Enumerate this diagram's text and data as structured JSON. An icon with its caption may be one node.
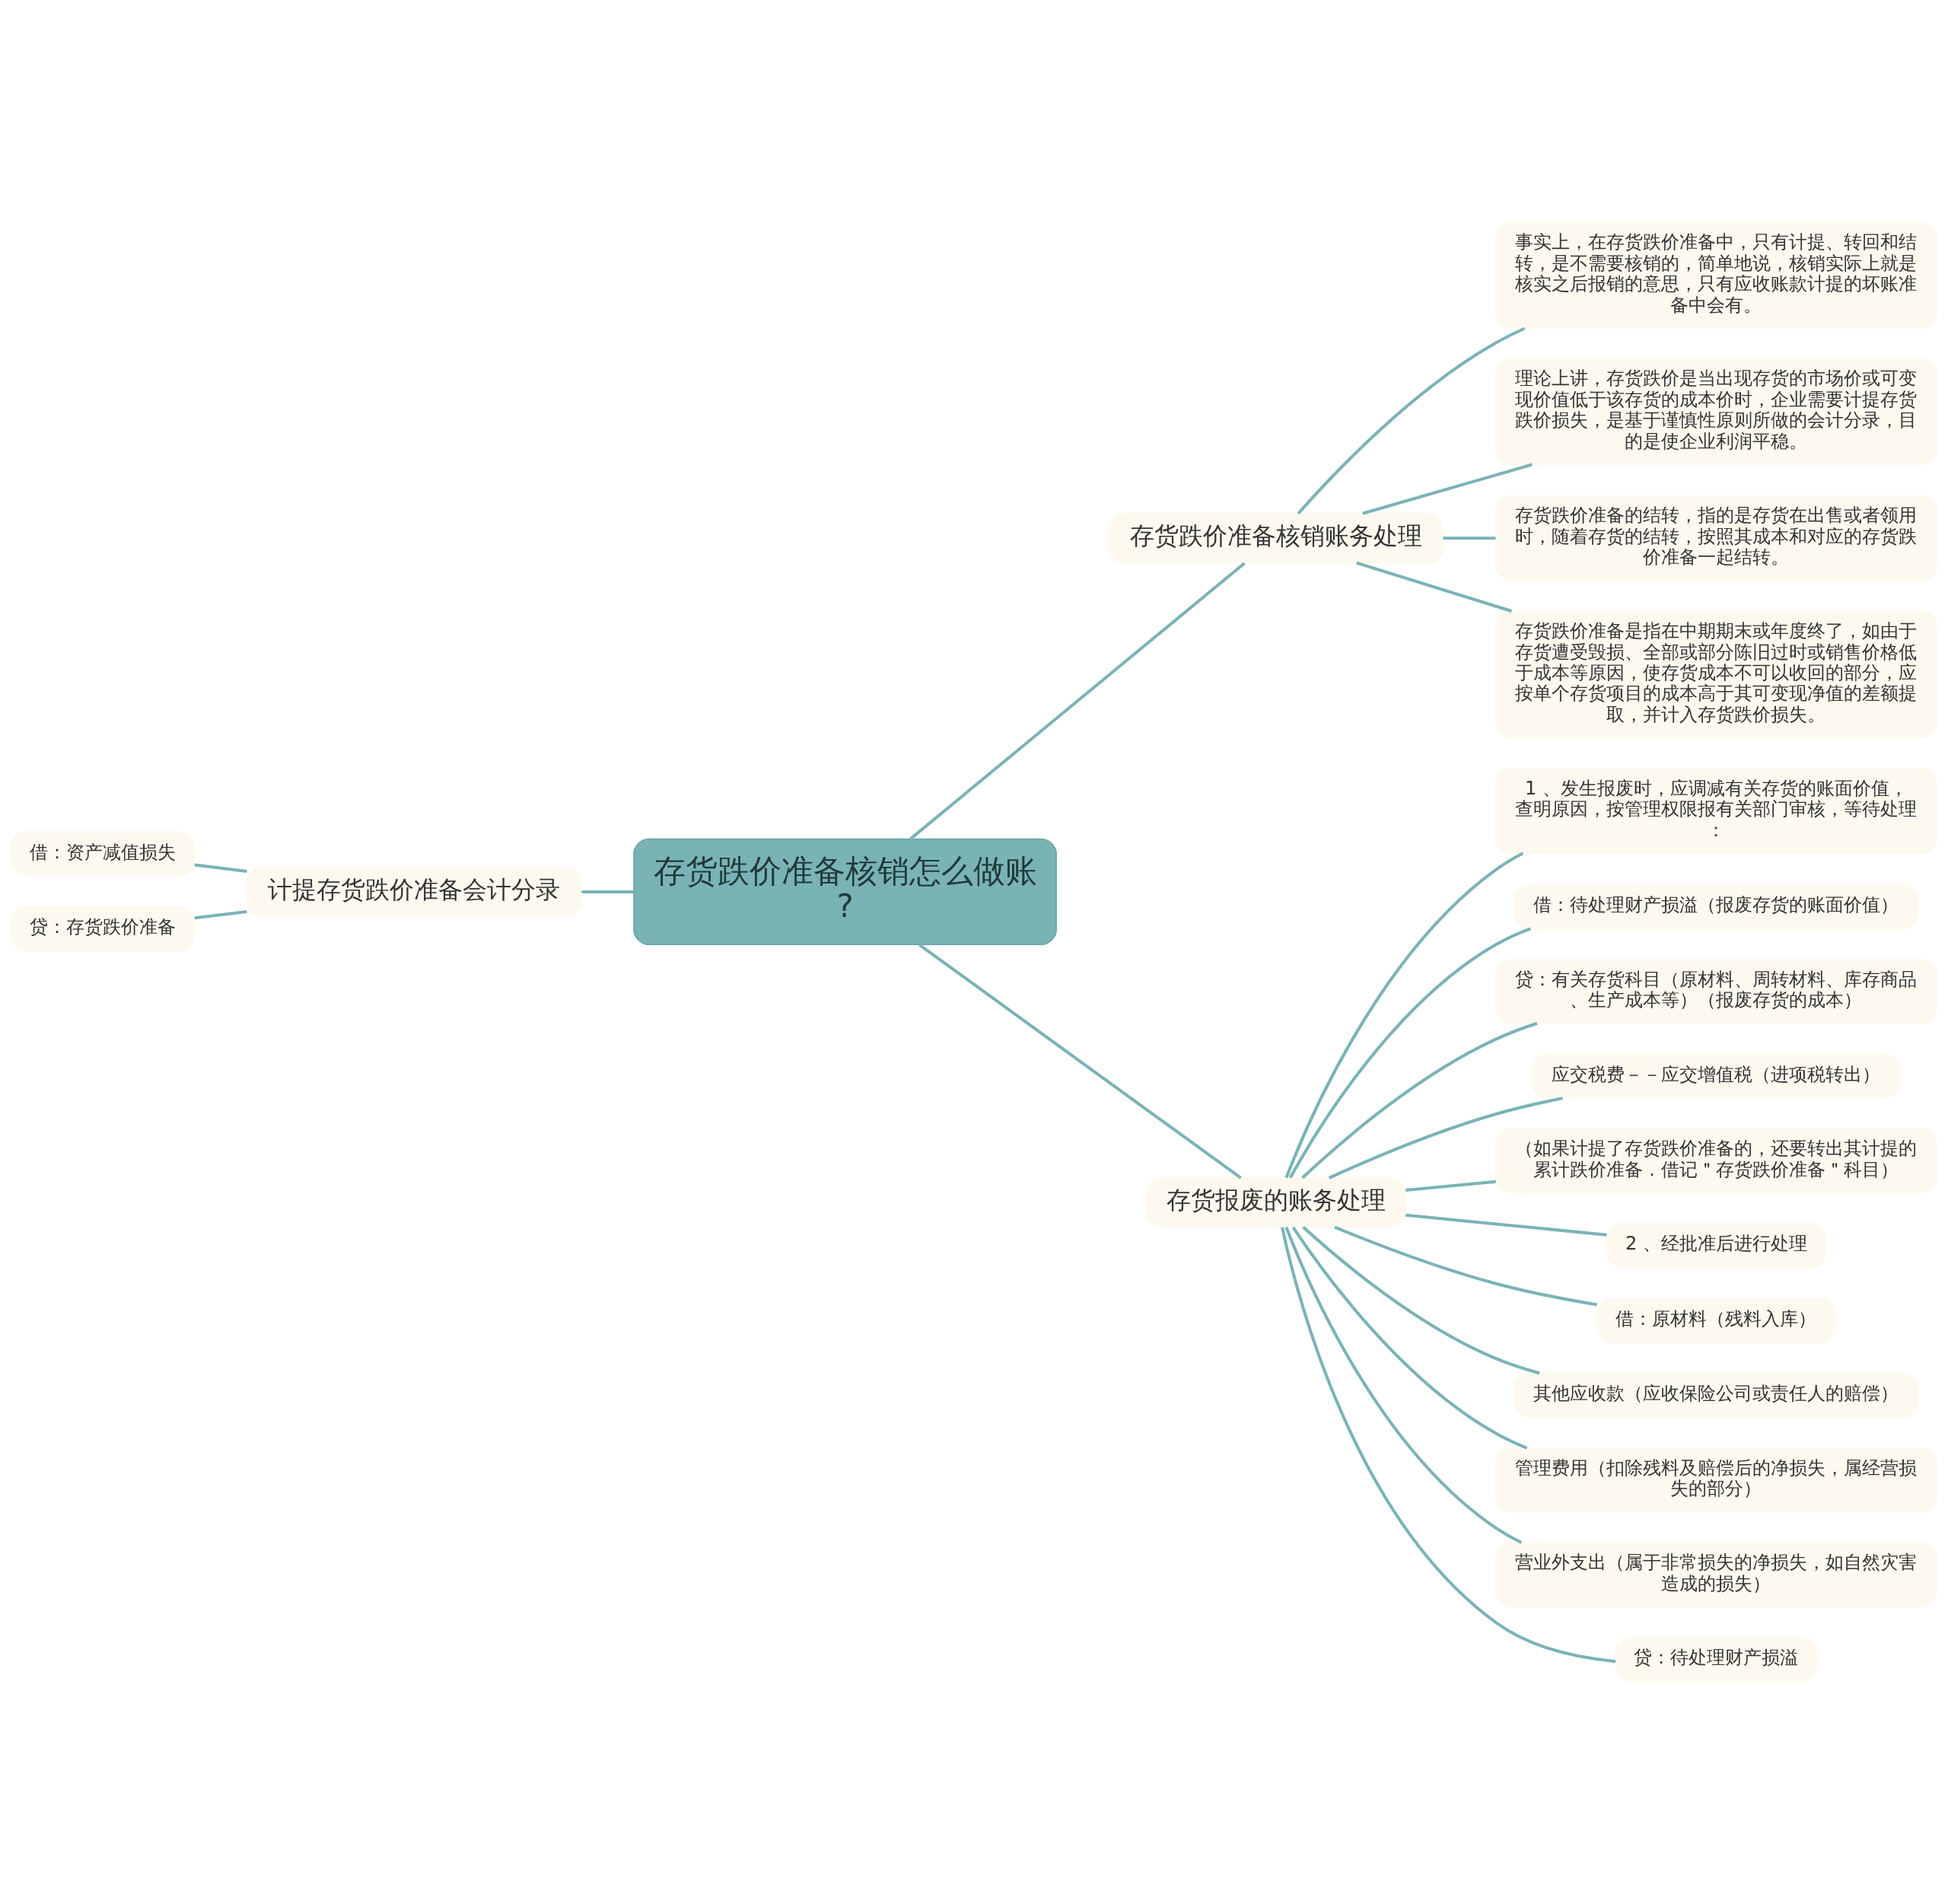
{
  "diagram": {
    "nodes": [
      {
        "text": [
          "存货跌价准备核销怎么做账?"
        ]
      },
      {
        "text": [
          "计提存货跌价准备会计分录"
        ]
      },
      {
        "text": [
          "借：资产减值损失"
        ]
      },
      {
        "text": [
          "贷：存货跌价准备"
        ]
      },
      {
        "text": [
          "存货跌价准备核销账务处理"
        ]
      },
      {
        "text": [
          "事实上，在存货跌价准备中，只有计提、转回和结转，是不需要核销的，简单地说，核销实际上就是核实之后报销的意思，只有应收账款计提的坏账准备中会有。"
        ]
      },
      {
        "text": [
          "理论上讲，存货跌价是当出现存货的市场价或可变现价值低于该存货的成本价时，企业需要计提存货跌价损失，是基于谨慎性原则所做的会计分录，目的是使企业利润平稳。"
        ]
      },
      {
        "text": [
          "存货跌价准备的结转，指的是存货在出售或者领用时，随着存货的结转，按照其成本和对应的存货跌价准备一起结转。"
        ]
      },
      {
        "text": [
          "存货跌价准备是指在中期期末或年度终了，如由于存货遭受毁损、全部或部分陈旧过时或销售价格低于成本等原因，使存货成本不可以收回的部分，应按单个存货项目的成本高于其可变现净值的差额提取，并计入存货跌价损失。"
        ]
      },
      {
        "text": [
          "存货报废的账务处理"
        ]
      },
      {
        "text": [
          "1 、发生报废时，应调减有关存货的账面价值，查明原因，按管理权限报有关部门审核，等待处理："
        ]
      },
      {
        "text": [
          "借：待处理财产损溢（报废存货的账面价值）"
        ]
      },
      {
        "text": [
          "贷：有关存货科目（原材料、周转材料、库存商品、生产成本等）（报废存货的成本）"
        ]
      },
      {
        "text": [
          "应交税费－－应交增值税（进项税转出）"
        ]
      },
      {
        "text": [
          "（如果计提了存货跌价准备的，还要转出其计提的累计跌价准备．借记＂存货跌价准备＂科目）"
        ]
      },
      {
        "text": [
          "2 、经批准后进行处理"
        ]
      },
      {
        "text": [
          "借：原材料（残料入库）"
        ]
      },
      {
        "text": [
          "其他应收款（应收保险公司或责任人的赔偿）"
        ]
      },
      {
        "text": [
          "管理费用（扣除残料及赔偿后的净损失，属经营损失的部分）"
        ]
      },
      {
        "text": [
          "营业外支出（属于非常损失的净损失，如自然灾害造成的损失）"
        ]
      },
      {
        "text": [
          "贷：待处理财产损溢"
        ]
      }
    ],
    "edges": [
      {
        "from": 0,
        "to": 1,
        "arrow": "none"
      },
      {
        "from": 1,
        "to": 2,
        "arrow": "none"
      },
      {
        "from": 1,
        "to": 3,
        "arrow": "none"
      },
      {
        "from": 0,
        "to": 4,
        "arrow": "none"
      },
      {
        "from": 4,
        "to": 5,
        "arrow": "none"
      },
      {
        "from": 4,
        "to": 6,
        "arrow": "none"
      },
      {
        "from": 4,
        "to": 7,
        "arrow": "none"
      },
      {
        "from": 4,
        "to": 8,
        "arrow": "none"
      },
      {
        "from": 0,
        "to": 9,
        "arrow": "none"
      },
      {
        "from": 9,
        "to": 10,
        "arrow": "none"
      },
      {
        "from": 9,
        "to": 11,
        "arrow": "none"
      },
      {
        "from": 9,
        "to": 12,
        "arrow": "none"
      },
      {
        "from": 9,
        "to": 13,
        "arrow": "none"
      },
      {
        "from": 9,
        "to": 14,
        "arrow": "none"
      },
      {
        "from": 9,
        "to": 15,
        "arrow": "none"
      },
      {
        "from": 9,
        "to": 16,
        "arrow": "none"
      },
      {
        "from": 9,
        "to": 17,
        "arrow": "none"
      },
      {
        "from": 9,
        "to": 18,
        "arrow": "none"
      },
      {
        "from": 9,
        "to": 19,
        "arrow": "none"
      },
      {
        "from": 9,
        "to": 20,
        "arrow": "none"
      }
    ]
  }
}
